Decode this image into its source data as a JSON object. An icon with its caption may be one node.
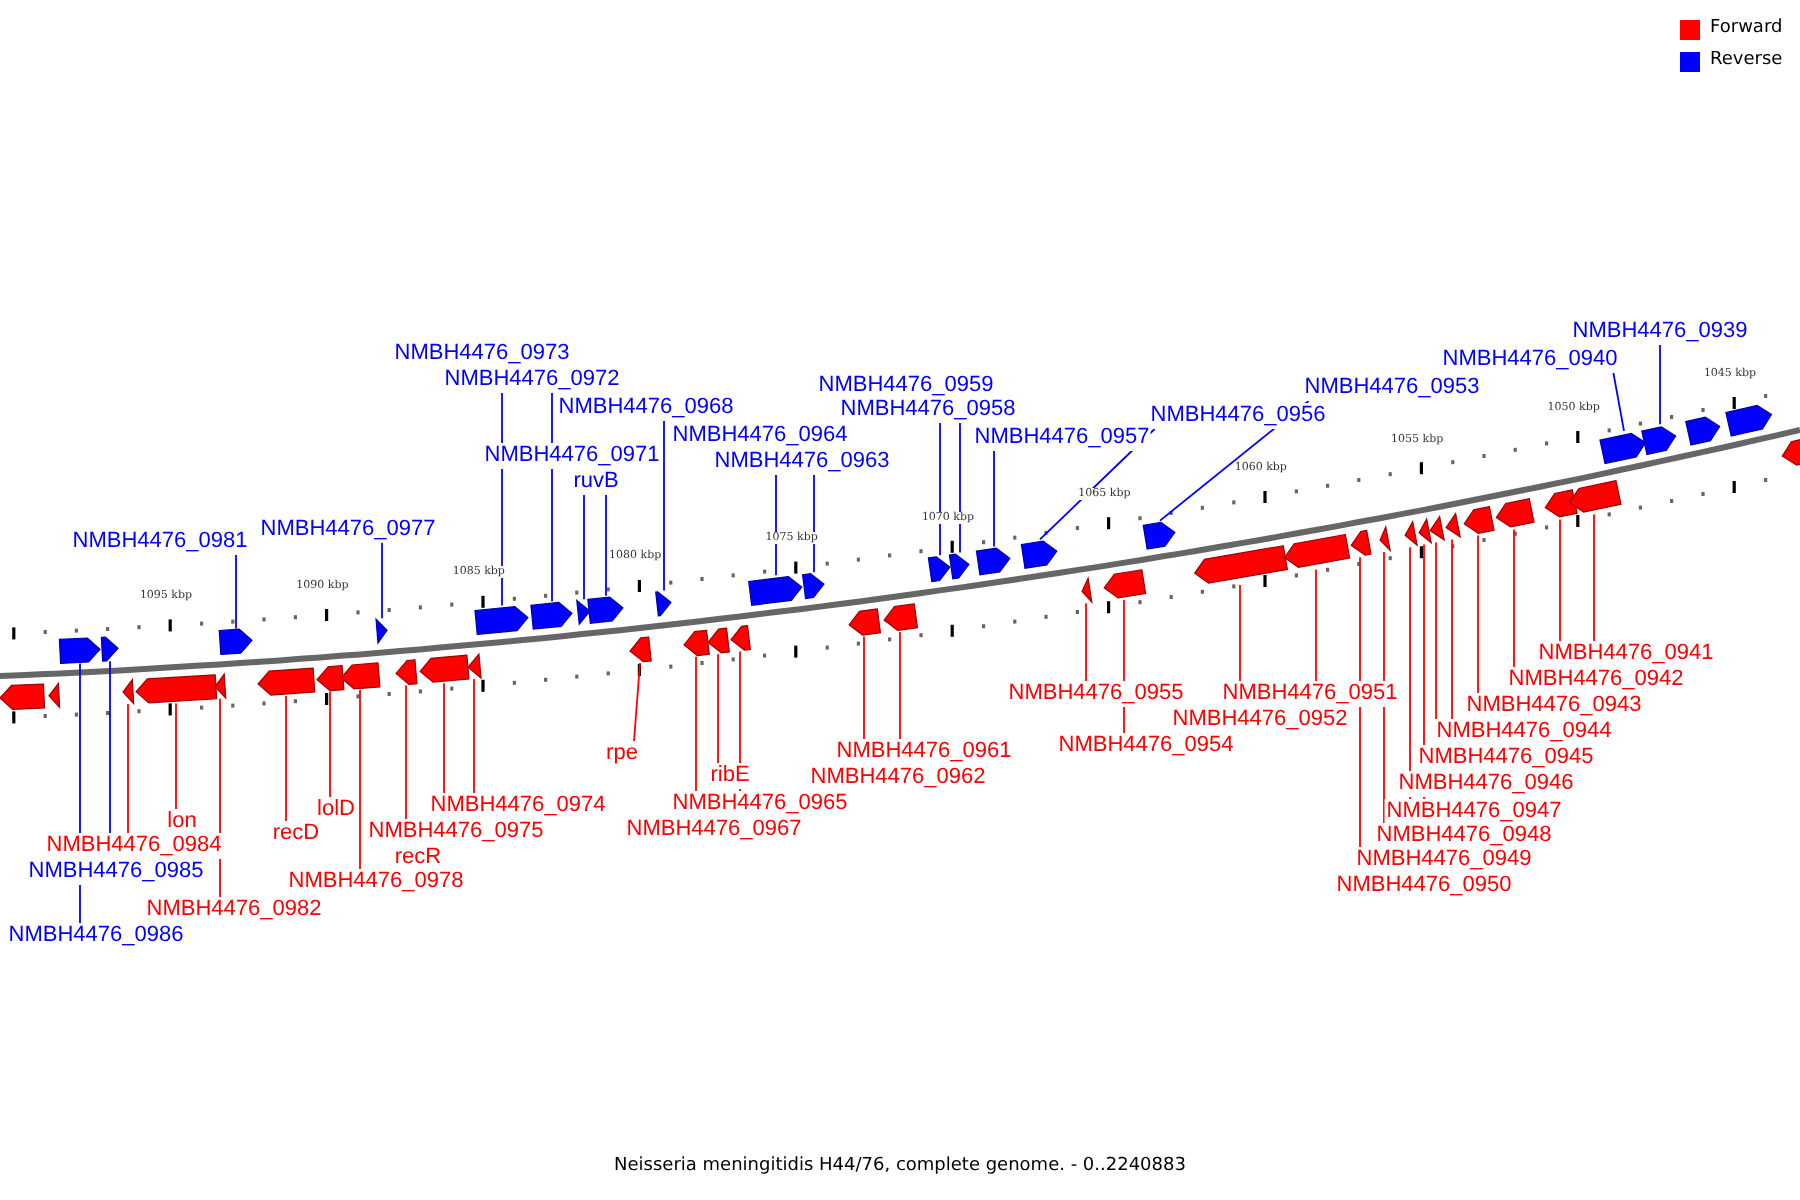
{
  "diagram": {
    "caption": "Neisseria meningitidis H44/76, complete genome. - 0..2240883",
    "nodes": [
      {
        "text": [
          "NMBH4476_0986"
        ]
      },
      {
        "text": [],
        "shape": "arrow"
      },
      {
        "text": [
          "NMBH4476_0985"
        ]
      },
      {
        "text": [],
        "shape": "arrow"
      },
      {
        "text": [
          "NMBH4476_0984"
        ]
      },
      {
        "text": [],
        "shape": "arrow"
      },
      {
        "text": [
          "lon"
        ]
      },
      {
        "text": [],
        "shape": "arrow"
      },
      {
        "text": [
          "NMBH4476_0982"
        ]
      },
      {
        "text": [],
        "shape": "arrow"
      },
      {
        "text": [
          "NMBH4476_0981"
        ]
      },
      {
        "text": [],
        "shape": "arrow"
      },
      {
        "text": [
          "recD"
        ]
      },
      {
        "text": [],
        "shape": "arrow"
      },
      {
        "text": [
          "lolD"
        ]
      },
      {
        "text": [],
        "shape": "arrow"
      },
      {
        "text": [
          "NMBH4476_0978"
        ]
      },
      {
        "text": [],
        "shape": "arrow"
      },
      {
        "text": [
          "NMBH4476_0977"
        ]
      },
      {
        "text": [],
        "shape": "arrow"
      },
      {
        "text": [
          "recR"
        ]
      },
      {
        "text": [],
        "shape": "arrow"
      },
      {
        "text": [
          "NMBH4476_0975"
        ]
      },
      {
        "text": [],
        "shape": "arrow"
      },
      {
        "text": [
          "NMBH4476_0974"
        ]
      },
      {
        "text": [],
        "shape": "arrow"
      },
      {
        "text": [
          "NMBH4476_0973"
        ]
      },
      {
        "text": [],
        "shape": "arrow"
      },
      {
        "text": [
          "NMBH4476_0972"
        ]
      },
      {
        "text": [],
        "shape": "arrow"
      },
      {
        "text": [
          "NMBH4476_0971"
        ]
      },
      {
        "text": [],
        "shape": "arrow"
      },
      {
        "text": [
          "ruvB"
        ]
      },
      {
        "text": [],
        "shape": "arrow"
      },
      {
        "text": [
          "rpe"
        ]
      },
      {
        "text": [],
        "shape": "arrow"
      },
      {
        "text": [
          "NMBH4476_0968"
        ]
      },
      {
        "text": [],
        "shape": "arrow"
      },
      {
        "text": [
          "NMBH4476_0967"
        ]
      },
      {
        "text": [],
        "shape": "arrow"
      },
      {
        "text": [
          "ribE"
        ]
      },
      {
        "text": [],
        "shape": "arrow"
      },
      {
        "text": [
          "NMBH4476_0965"
        ]
      },
      {
        "text": [],
        "shape": "arrow"
      },
      {
        "text": [
          "NMBH4476_0964"
        ]
      },
      {
        "text": [],
        "shape": "arrow"
      },
      {
        "text": [
          "NMBH4476_0963"
        ]
      },
      {
        "text": [],
        "shape": "arrow"
      },
      {
        "text": [
          "NMBH4476_0961"
        ]
      },
      {
        "text": [],
        "shape": "arrow"
      },
      {
        "text": [
          "NMBH4476_0962"
        ]
      },
      {
        "text": [],
        "shape": "arrow"
      },
      {
        "text": [
          "NMBH4476_0959"
        ]
      },
      {
        "text": [],
        "shape": "arrow"
      },
      {
        "text": [
          "NMBH4476_0958"
        ]
      },
      {
        "text": [],
        "shape": "arrow"
      },
      {
        "text": [
          "NMBH4476_0957"
        ]
      },
      {
        "text": [],
        "shape": "arrow"
      },
      {
        "text": [
          "NMBH4476_0956"
        ]
      },
      {
        "text": [],
        "shape": "arrow"
      },
      {
        "text": [
          "NMBH4476_0955"
        ]
      },
      {
        "text": [],
        "shape": "arrow"
      },
      {
        "text": [
          "NMBH4476_0954"
        ]
      },
      {
        "text": [],
        "shape": "arrow"
      },
      {
        "text": [
          "NMBH4476_0953"
        ]
      },
      {
        "text": [],
        "shape": "arrow"
      },
      {
        "text": [
          "NMBH4476_0952"
        ]
      },
      {
        "text": [],
        "shape": "arrow"
      },
      {
        "text": [
          "NMBH4476_0951"
        ]
      },
      {
        "text": [],
        "shape": "arrow"
      },
      {
        "text": [
          "NMBH4476_0950"
        ]
      },
      {
        "text": [],
        "shape": "arrow"
      },
      {
        "text": [
          "NMBH4476_0949"
        ]
      },
      {
        "text": [],
        "shape": "arrow"
      },
      {
        "text": [
          "NMBH4476_0948"
        ]
      },
      {
        "text": [],
        "shape": "arrow"
      },
      {
        "text": [
          "NMBH4476_0947"
        ]
      },
      {
        "text": [],
        "shape": "arrow"
      },
      {
        "text": [
          "NMBH4476_0946"
        ]
      },
      {
        "text": [],
        "shape": "arrow"
      },
      {
        "text": [
          "NMBH4476_0945"
        ]
      },
      {
        "text": [],
        "shape": "arrow"
      },
      {
        "text": [
          "NMBH4476_0944"
        ]
      },
      {
        "text": [],
        "shape": "arrow"
      },
      {
        "text": [
          "NMBH4476_0943"
        ]
      },
      {
        "text": [],
        "shape": "arrow"
      },
      {
        "text": [
          "NMBH4476_0942"
        ]
      },
      {
        "text": [],
        "shape": "arrow"
      },
      {
        "text": [
          "NMBH4476_0941"
        ]
      },
      {
        "text": [],
        "shape": "arrow"
      },
      {
        "text": [
          "NMBH4476_0940"
        ]
      },
      {
        "text": [],
        "shape": "arrow"
      },
      {
        "text": [
          "NMBH4476_0939"
        ]
      },
      {
        "text": [],
        "shape": "arrow"
      },
      {
        "text": [],
        "shape": "arrow"
      },
      {
        "text": [],
        "shape": "arrow"
      },
      {
        "text": [],
        "shape": "arrow"
      },
      {
        "text": [],
        "shape": "arrow"
      },
      {
        "text": [],
        "shape": "arrow"
      }
    ],
    "edges": [
      {
        "from": 0,
        "to": 1,
        "arrow": "none",
        "color": "#0000ff"
      },
      {
        "from": 2,
        "to": 3,
        "arrow": "none",
        "color": "#0000ff"
      },
      {
        "from": 4,
        "to": 5,
        "arrow": "none"
      },
      {
        "from": 6,
        "to": 7,
        "arrow": "none"
      },
      {
        "from": 8,
        "to": 9,
        "arrow": "none"
      },
      {
        "from": 10,
        "to": 11,
        "arrow": "none",
        "color": "#0000ff"
      },
      {
        "from": 12,
        "to": 13,
        "arrow": "none"
      },
      {
        "from": 14,
        "to": 15,
        "arrow": "none"
      },
      {
        "from": 16,
        "to": 17,
        "arrow": "none"
      },
      {
        "from": 18,
        "to": 19,
        "arrow": "none",
        "color": "#0000ff"
      },
      {
        "from": 20,
        "to": 21,
        "arrow": "none"
      },
      {
        "from": 22,
        "to": 23,
        "arrow": "none"
      },
      {
        "from": 24,
        "to": 25,
        "arrow": "none"
      },
      {
        "from": 26,
        "to": 27,
        "arrow": "none",
        "color": "#0000ff"
      },
      {
        "from": 28,
        "to": 29,
        "arrow": "none",
        "color": "#0000ff"
      },
      {
        "from": 30,
        "to": 31,
        "arrow": "none",
        "color": "#0000ff"
      },
      {
        "from": 32,
        "to": 33,
        "arrow": "none",
        "color": "#0000ff"
      },
      {
        "from": 34,
        "to": 35,
        "arrow": "none"
      },
      {
        "from": 36,
        "to": 37,
        "arrow": "none",
        "color": "#0000ff"
      },
      {
        "from": 38,
        "to": 39,
        "arrow": "none"
      },
      {
        "from": 40,
        "to": 41,
        "arrow": "none"
      },
      {
        "from": 42,
        "to": 43,
        "arrow": "none"
      },
      {
        "from": 44,
        "to": 45,
        "arrow": "none",
        "color": "#0000ff"
      },
      {
        "from": 46,
        "to": 47,
        "arrow": "none",
        "color": "#0000ff"
      },
      {
        "from": 48,
        "to": 49,
        "arrow": "none"
      },
      {
        "from": 50,
        "to": 51,
        "arrow": "none"
      },
      {
        "from": 52,
        "to": 53,
        "arrow": "none",
        "color": "#0000ff"
      },
      {
        "from": 54,
        "to": 55,
        "arrow": "none",
        "color": "#0000ff"
      },
      {
        "from": 56,
        "to": 57,
        "arrow": "none",
        "color": "#0000ff"
      },
      {
        "from": 58,
        "to": 59,
        "arrow": "none",
        "color": "#0000ff"
      },
      {
        "from": 60,
        "to": 61,
        "arrow": "none"
      },
      {
        "from": 62,
        "to": 63,
        "arrow": "none"
      },
      {
        "from": 64,
        "to": 65,
        "arrow": "none",
        "color": "#0000ff"
      },
      {
        "from": 66,
        "to": 67,
        "arrow": "none"
      },
      {
        "from": 68,
        "to": 69,
        "arrow": "none"
      },
      {
        "from": 70,
        "to": 71,
        "arrow": "none"
      },
      {
        "from": 72,
        "to": 73,
        "arrow": "none"
      },
      {
        "from": 74,
        "to": 75,
        "arrow": "none"
      },
      {
        "from": 76,
        "to": 77,
        "arrow": "none"
      },
      {
        "from": 78,
        "to": 79,
        "arrow": "none"
      },
      {
        "from": 80,
        "to": 81,
        "arrow": "none"
      },
      {
        "from": 82,
        "to": 83,
        "arrow": "none"
      },
      {
        "from": 84,
        "to": 85,
        "arrow": "none"
      },
      {
        "from": 86,
        "to": 87,
        "arrow": "none"
      },
      {
        "from": 88,
        "to": 89,
        "arrow": "none"
      },
      {
        "from": 90,
        "to": 91,
        "arrow": "none",
        "color": "#0000ff"
      },
      {
        "from": 92,
        "to": 93,
        "arrow": "none",
        "color": "#0000ff"
      }
    ],
    "labels": [
      "1095 kbp",
      "1090 kbp",
      "1085 kbp",
      "1080 kbp",
      "1075 kbp",
      "1070 kbp",
      "1065 kbp",
      "1060 kbp",
      "1055 kbp",
      "1050 kbp",
      "1045 kbp"
    ],
    "legend": [
      {
        "text": "Forward",
        "color": "#ff0000"
      },
      {
        "text": "Reverse",
        "color": "#0000ff"
      }
    ]
  }
}
